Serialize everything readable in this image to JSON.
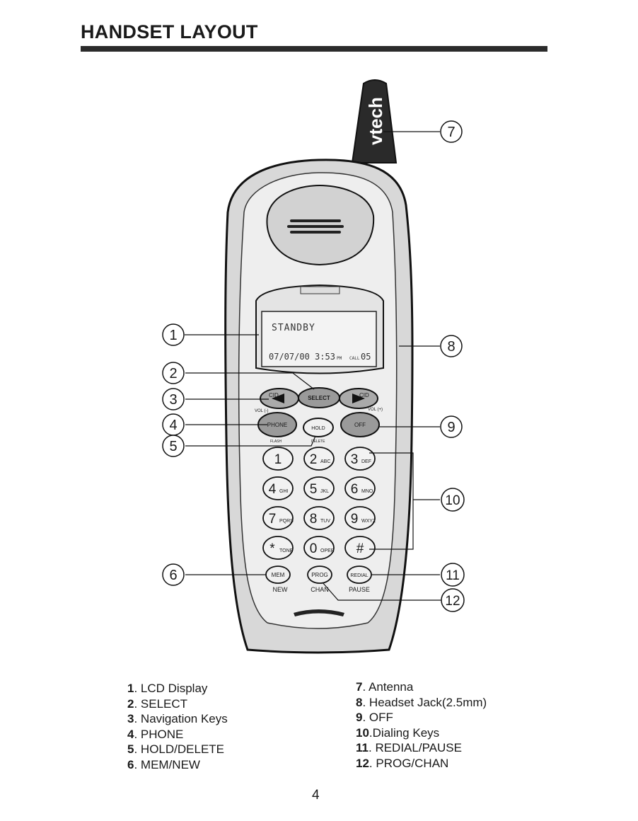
{
  "page": {
    "title": "HANDSET LAYOUT",
    "page_number": "4"
  },
  "brand": {
    "logo_text": "vtech"
  },
  "lcd": {
    "line1": "STANDBY",
    "datetime": "07/07/00 3:53",
    "ampm": "PM",
    "call_label": "CALL",
    "call_count": "05"
  },
  "keys": {
    "cid_left": "CID",
    "cid_right": "CID",
    "vol_left": "VOL (-)",
    "vol_right": "VOL (+)",
    "select": "SELECT",
    "phone": "PHONE",
    "flash": "FLASH",
    "hold": "HOLD",
    "delete": "DELETE",
    "off": "OFF",
    "mem": "MEM",
    "new": "NEW",
    "prog": "PROG",
    "chan": "CHAN",
    "redial": "REDIAL",
    "pause": "PAUSE",
    "dial": [
      {
        "digit": "1",
        "letters": ""
      },
      {
        "digit": "2",
        "letters": "ABC"
      },
      {
        "digit": "3",
        "letters": "DEF"
      },
      {
        "digit": "4",
        "letters": "GHI"
      },
      {
        "digit": "5",
        "letters": "JKL"
      },
      {
        "digit": "6",
        "letters": "MNO"
      },
      {
        "digit": "7",
        "letters": "PQRS"
      },
      {
        "digit": "8",
        "letters": "TUV"
      },
      {
        "digit": "9",
        "letters": "WXYZ"
      },
      {
        "digit": "*",
        "letters": "TONE"
      },
      {
        "digit": "0",
        "letters": "OPER"
      },
      {
        "digit": "#",
        "letters": ""
      }
    ]
  },
  "callouts": {
    "c1": "1",
    "c2": "2",
    "c3": "3",
    "c4": "4",
    "c5": "5",
    "c6": "6",
    "c7": "7",
    "c8": "8",
    "c9": "9",
    "c10": "10",
    "c11": "11",
    "c12": "12"
  },
  "legend_left": [
    {
      "num": "1",
      "sep": ". ",
      "text": "LCD Display"
    },
    {
      "num": "2",
      "sep": ". ",
      "text": "SELECT"
    },
    {
      "num": "3",
      "sep": ". ",
      "text": "Navigation Keys"
    },
    {
      "num": "4",
      "sep": ". ",
      "text": "PHONE"
    },
    {
      "num": "5",
      "sep": ". ",
      "text": "HOLD/DELETE"
    },
    {
      "num": "6",
      "sep": ". ",
      "text": "MEM/NEW"
    }
  ],
  "legend_right": [
    {
      "num": "7",
      "sep": ". ",
      "text": "Antenna"
    },
    {
      "num": "8",
      "sep": ". ",
      "text": "Headset Jack(2.5mm)"
    },
    {
      "num": "9",
      "sep": ". ",
      "text": "OFF"
    },
    {
      "num": "10",
      "sep": ".",
      "text": "Dialing Keys"
    },
    {
      "num": "11",
      "sep": ". ",
      "text": "REDIAL/PAUSE"
    },
    {
      "num": "12",
      "sep": ". ",
      "text": "PROG/CHAN"
    }
  ]
}
